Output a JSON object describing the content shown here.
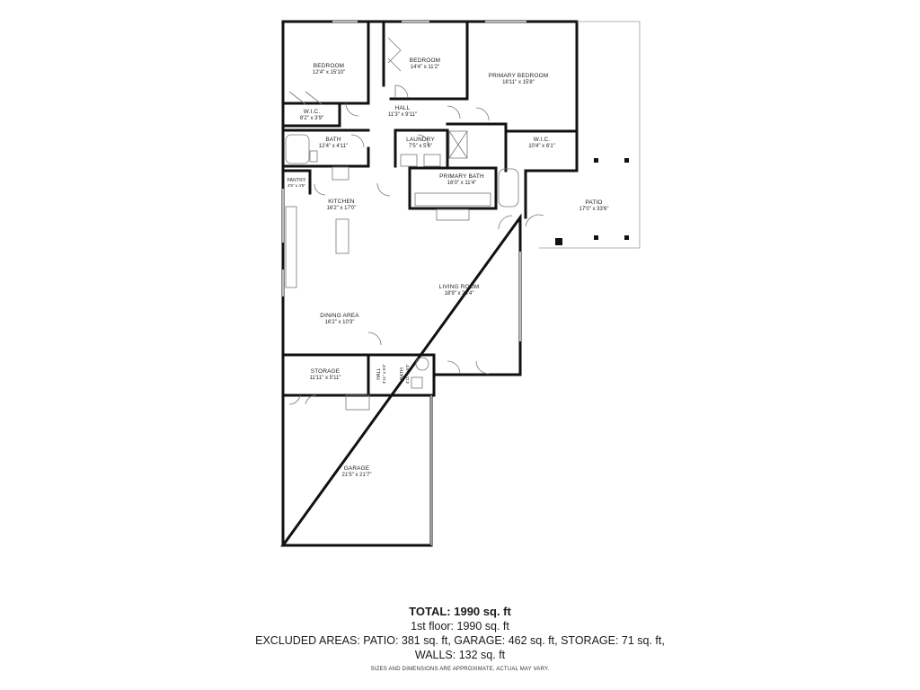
{
  "rooms": {
    "bedroom_left": {
      "name": "BEDROOM",
      "dims": "12'4\" x 15'10\""
    },
    "bedroom_mid": {
      "name": "BEDROOM",
      "dims": "14'4\" x 11'2\""
    },
    "primary_bedroom": {
      "name": "PRIMARY BEDROOM",
      "dims": "18'11\" x 15'8\""
    },
    "wic_left": {
      "name": "W.I.C.",
      "dims": "8'2\" x 3'9\""
    },
    "hall": {
      "name": "HALL",
      "dims": "11'3\" x 9'11\""
    },
    "bath": {
      "name": "BATH",
      "dims": "12'4\" x 4'11\""
    },
    "laundry": {
      "name": "LAUNDRY",
      "dims": "7'5\" x 5'6\""
    },
    "wic_right": {
      "name": "W.I.C.",
      "dims": "10'4\" x 6'1\""
    },
    "pantry": {
      "name": "PANTRY",
      "dims": "4'5\" x 4'5\""
    },
    "kitchen": {
      "name": "KITCHEN",
      "dims": "16'2\" x 17'0\""
    },
    "primary_bath": {
      "name": "PRIMARY BATH",
      "dims": "16'0\" x 11'4\""
    },
    "patio": {
      "name": "PATIO",
      "dims": "17'0\" x 33'6\""
    },
    "living_room": {
      "name": "LIVING ROOM",
      "dims": "18'9\" x 24'4\""
    },
    "dining_area": {
      "name": "DINING AREA",
      "dims": "16'2\" x 10'3\""
    },
    "storage": {
      "name": "STORAGE",
      "dims": "11'11\" x 5'11\""
    },
    "hall_small": {
      "name": "HALL",
      "dims": "3'11\" x 5'4\""
    },
    "bath_small": {
      "name": "BATH",
      "dims": "4'11\" x 5'4\""
    },
    "garage": {
      "name": "GARAGE",
      "dims": "21'5\" x 21'7\""
    }
  },
  "summary": {
    "total": "TOTAL: 1990 sq. ft",
    "floor": "1st floor: 1990 sq. ft",
    "excluded": "EXCLUDED AREAS: PATIO: 381 sq. ft, GARAGE: 462 sq. ft, STORAGE: 71 sq. ft,",
    "walls": "WALLS: 132 sq. ft"
  },
  "disclaimer": "SIZES AND DIMENSIONS ARE APPROXIMATE, ACTUAL MAY VARY.",
  "colors": {
    "wall": "#111111",
    "thin_line": "#777777",
    "window": "#bbbbbb"
  }
}
